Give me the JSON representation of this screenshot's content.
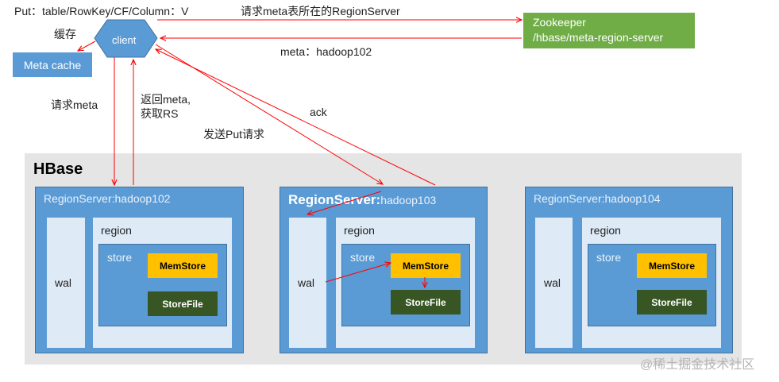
{
  "labels": {
    "put_cmd": "Put：table/RowKey/CF/Column：V",
    "req_meta_rs": "请求meta表所在的RegionServer",
    "cache": "缓存",
    "meta_reply": "meta：hadoop102",
    "req_meta": "请求meta",
    "return_meta_1": "返回meta,",
    "return_meta_2": "获取RS",
    "ack": "ack",
    "send_put": "发送Put请求"
  },
  "client": {
    "label": "client"
  },
  "meta_cache": {
    "label": "Meta cache"
  },
  "zookeeper": {
    "line1": "Zookeeper",
    "line2": "/hbase/meta-region-server"
  },
  "hbase": {
    "title": "HBase",
    "servers": [
      {
        "prefix": "RegionServer:",
        "host": "hadoop102",
        "wal": "wal",
        "region": "region",
        "store": "store",
        "memstore": "MemStore",
        "storefile": "StoreFile"
      },
      {
        "prefix": "RegionServer:",
        "host": "hadoop103",
        "wal": "wal",
        "region": "region",
        "store": "store",
        "memstore": "MemStore",
        "storefile": "StoreFile"
      },
      {
        "prefix": "RegionServer:",
        "host": "hadoop104",
        "wal": "wal",
        "region": "region",
        "store": "store",
        "memstore": "MemStore",
        "storefile": "StoreFile"
      }
    ]
  },
  "watermark": {
    "line1": "@稀土掘金技术社区"
  },
  "colors": {
    "arrow": "#ff0000",
    "server": "#5b9bd5",
    "region": "#deebf7",
    "memstore": "#ffc000",
    "storefile": "#375623",
    "zookeeper": "#70ad47",
    "hbase_bg": "#e5e5e5"
  }
}
